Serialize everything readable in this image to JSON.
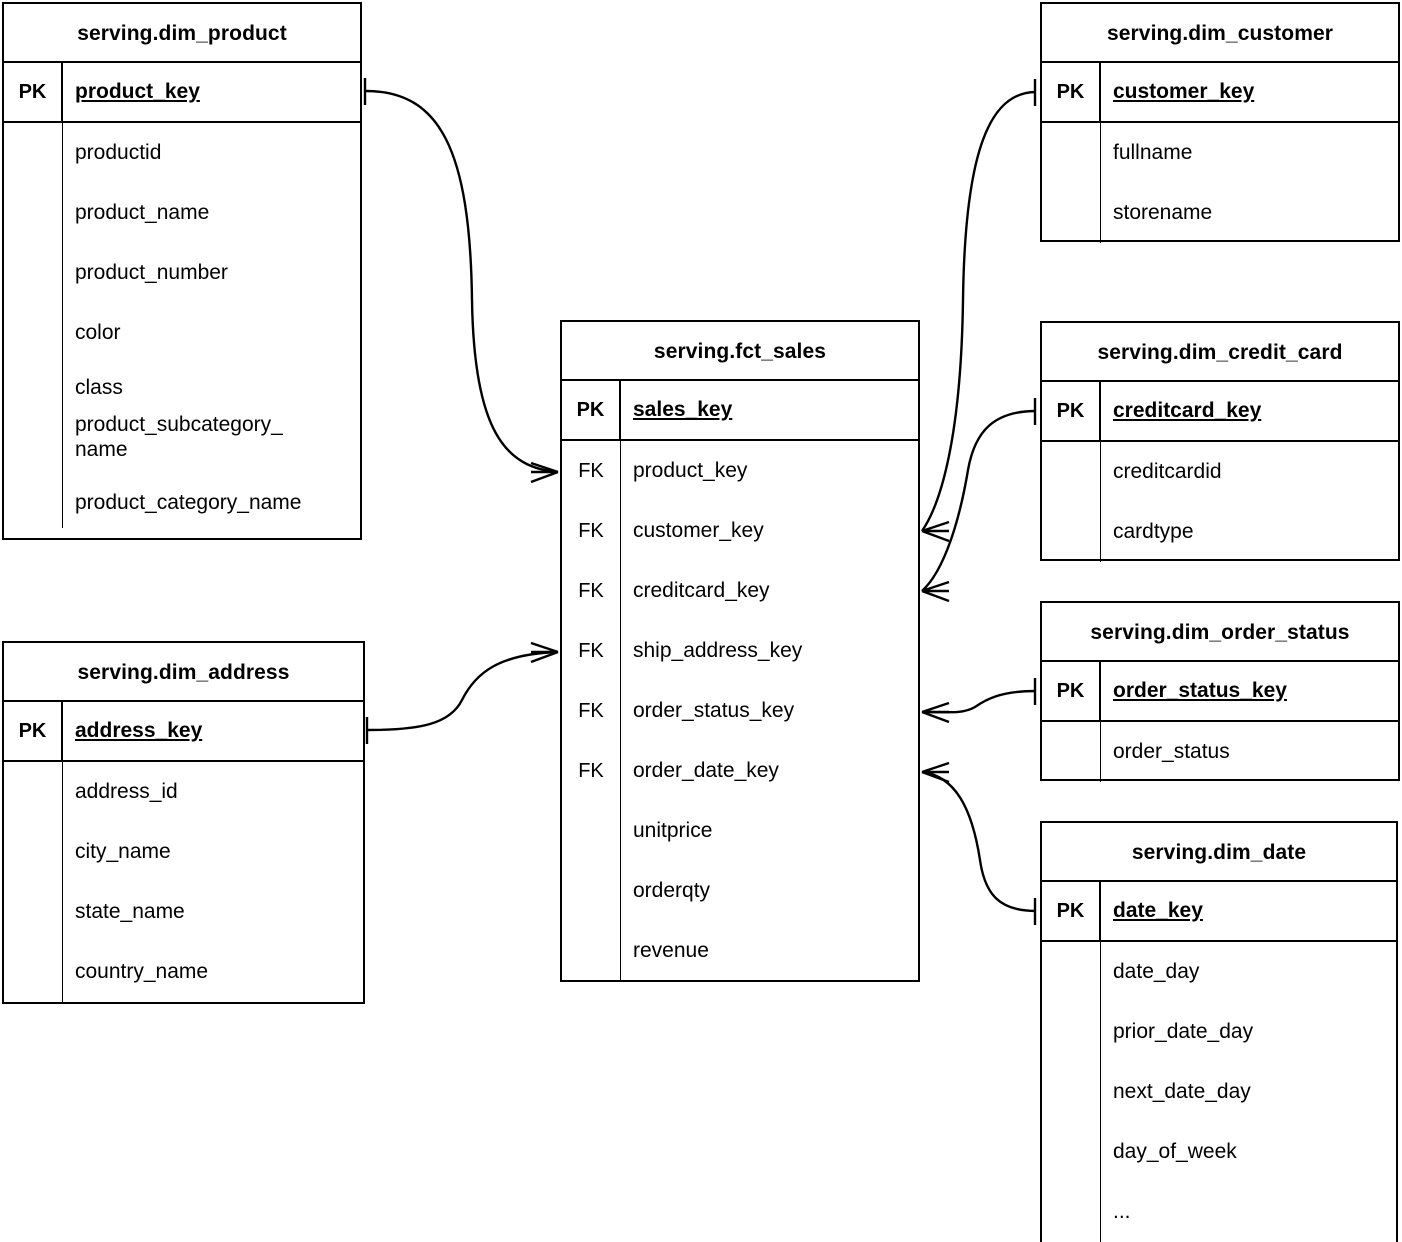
{
  "diagram": {
    "type": "entity-relationship-diagram",
    "notation": "crow's foot",
    "background_color": "#ffffff",
    "line_color": "#000000"
  },
  "entities": {
    "dim_product": {
      "title": "serving.dim_product",
      "pk_label": "PK",
      "pk_field": "product_key",
      "attributes": [
        "productid",
        "product_name",
        "product_number",
        "color",
        "class",
        "product_subcategory_\nname",
        "product_category_name"
      ]
    },
    "dim_address": {
      "title": "serving.dim_address",
      "pk_label": "PK",
      "pk_field": "address_key",
      "attributes": [
        "address_id",
        "city_name",
        "state_name",
        "country_name"
      ]
    },
    "fct_sales": {
      "title": "serving.fct_sales",
      "pk_label": "PK",
      "pk_field": "sales_key",
      "fk_label": "FK",
      "foreign_keys": [
        "product_key",
        "customer_key",
        "creditcard_key",
        "ship_address_key",
        "order_status_key",
        "order_date_key"
      ],
      "measures": [
        "unitprice",
        "orderqty",
        "revenue"
      ]
    },
    "dim_customer": {
      "title": "serving.dim_customer",
      "pk_label": "PK",
      "pk_field": "customer_key",
      "attributes": [
        "fullname",
        "storename"
      ]
    },
    "dim_credit_card": {
      "title": "serving.dim_credit_card",
      "pk_label": "PK",
      "pk_field": "creditcard_key",
      "attributes": [
        "creditcardid",
        "cardtype"
      ]
    },
    "dim_order_status": {
      "title": "serving.dim_order_status",
      "pk_label": "PK",
      "pk_field": "order_status_key",
      "attributes": [
        "order_status"
      ]
    },
    "dim_date": {
      "title": "serving.dim_date",
      "pk_label": "PK",
      "pk_field": "date_key",
      "attributes": [
        "date_day",
        "prior_date_day",
        "next_date_day",
        "day_of_week",
        "..."
      ]
    }
  },
  "relationships": [
    {
      "name": "product-to-sales",
      "from": "serving.dim_product.product_key",
      "to": "serving.fct_sales.product_key",
      "from_cardinality": "one",
      "to_cardinality": "many"
    },
    {
      "name": "address-to-sales",
      "from": "serving.dim_address.address_key",
      "to": "serving.fct_sales.ship_address_key",
      "from_cardinality": "one",
      "to_cardinality": "many"
    },
    {
      "name": "customer-to-sales",
      "from": "serving.dim_customer.customer_key",
      "to": "serving.fct_sales.customer_key",
      "from_cardinality": "one",
      "to_cardinality": "many"
    },
    {
      "name": "creditcard-to-sales",
      "from": "serving.dim_credit_card.creditcard_key",
      "to": "serving.fct_sales.creditcard_key",
      "from_cardinality": "one",
      "to_cardinality": "many"
    },
    {
      "name": "orderstatus-to-sales",
      "from": "serving.dim_order_status.order_status_key",
      "to": "serving.fct_sales.order_status_key",
      "from_cardinality": "one",
      "to_cardinality": "many"
    },
    {
      "name": "date-to-sales",
      "from": "serving.dim_date.date_key",
      "to": "serving.fct_sales.order_date_key",
      "from_cardinality": "one",
      "to_cardinality": "many"
    }
  ]
}
